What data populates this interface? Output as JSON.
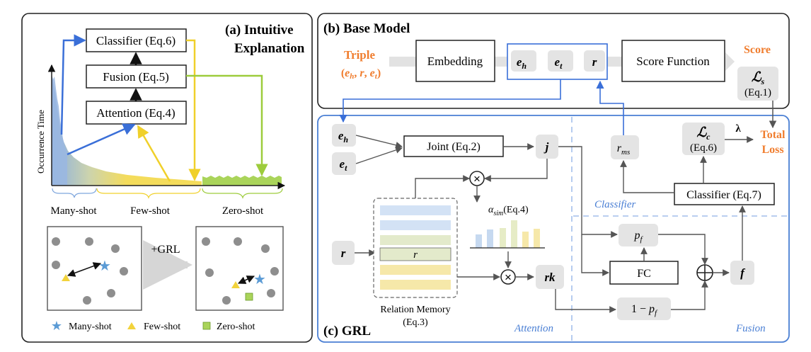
{
  "panel_a": {
    "title_line1": "(a) Intuitive",
    "title_line2": "Explanation",
    "classifier_box": "Classifier (Eq.6)",
    "fusion_box": "Fusion (Eq.5)",
    "attention_box": "Attention (Eq.4)",
    "y_axis_label": "Occurrence Time",
    "x_labels": [
      "Many-shot",
      "Few-shot",
      "Zero-shot"
    ],
    "grl_label": "+GRL",
    "legend": [
      {
        "label": "Many-shot",
        "color": "#5b9bd5"
      },
      {
        "label": "Few-shot",
        "color": "#f2d33c"
      },
      {
        "label": "Zero-shot",
        "color": "#92d050"
      }
    ]
  },
  "panel_b": {
    "title": "(b) Base Model",
    "triple_label": "Triple",
    "triple_sub": "(e_h, r, e_t)",
    "embedding": "Embedding",
    "eh": "e_h",
    "et": "e_t",
    "r": "r",
    "score_function": "Score Function",
    "score_label": "Score",
    "loss_s": "L_s",
    "loss_s_eq": "(Eq.1)"
  },
  "panel_c": {
    "title": "(c) GRL",
    "eh": "e_h",
    "et": "e_t",
    "joint": "Joint (Eq.2)",
    "j": "j",
    "r": "r",
    "memory_r": "r",
    "memory_label": "Relation Memory",
    "memory_eq": "(Eq.3)",
    "alpha": "α_sim(Eq.4)",
    "rk": "rk",
    "r_ms": "r_ms",
    "loss_c": "L_c",
    "loss_c_eq": "(Eq.6)",
    "lambda": "λ",
    "total_loss_1": "Total",
    "total_loss_2": "Loss",
    "classifier": "Classifier (Eq.7)",
    "pf": "p_f",
    "one_minus_pf": "1 − p_f",
    "fc": "FC",
    "f": "f",
    "section_classifier": "Classifier",
    "section_attention": "Attention",
    "section_fusion": "Fusion"
  },
  "colors": {
    "blue": "#3a6fd8",
    "yellow": "#f0d02a",
    "green": "#9dcc3c",
    "orange": "#f07d2e",
    "node_fill": "#e4e4e4",
    "panel_c_border": "#4a7fd4"
  }
}
